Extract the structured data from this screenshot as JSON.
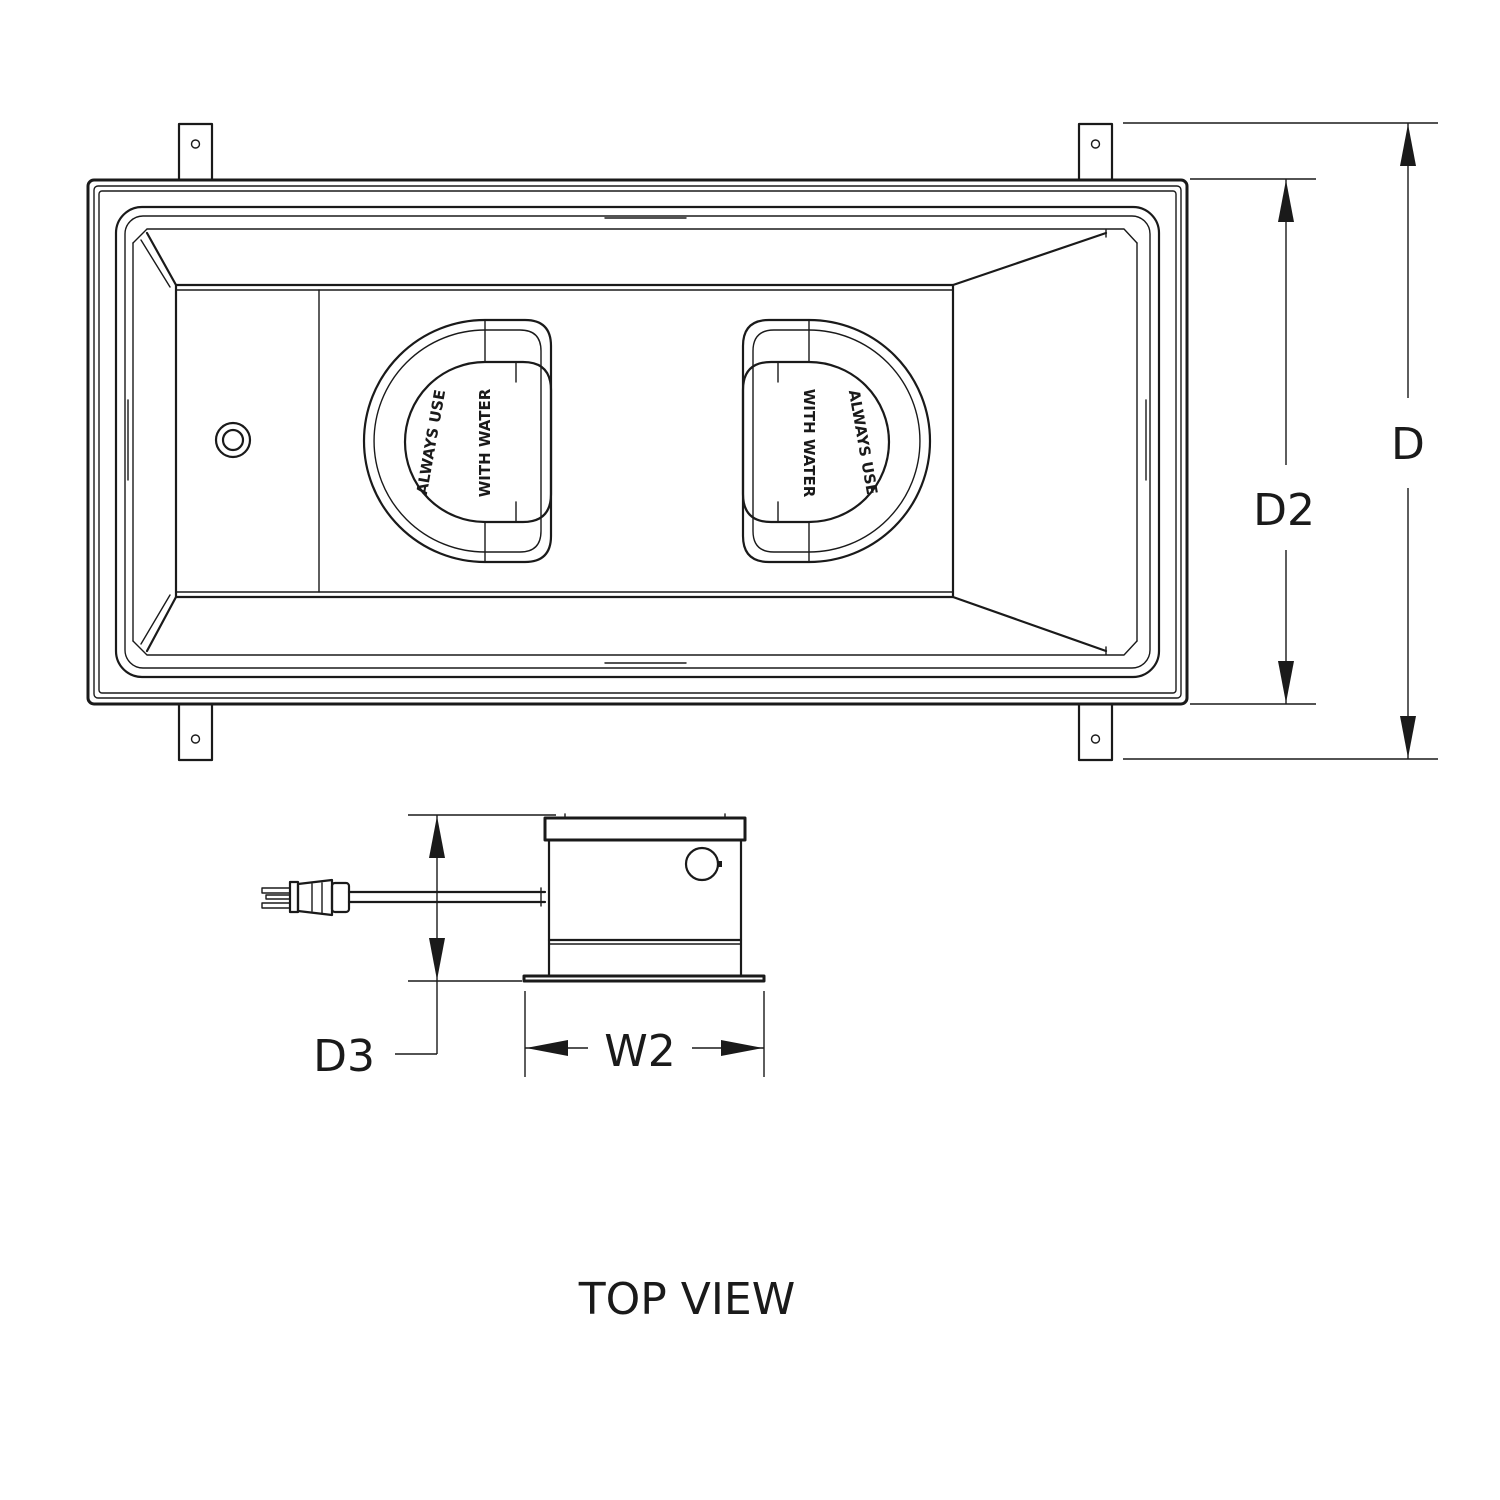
{
  "labels": {
    "depth": "D",
    "depth_inner": "D2",
    "depth_element": "D3",
    "width_element": "W2"
  },
  "view_title": "TOP VIEW",
  "heater_stamp": {
    "top_text": "ALWAYS USE",
    "bottom_text": "WITH WATER"
  }
}
